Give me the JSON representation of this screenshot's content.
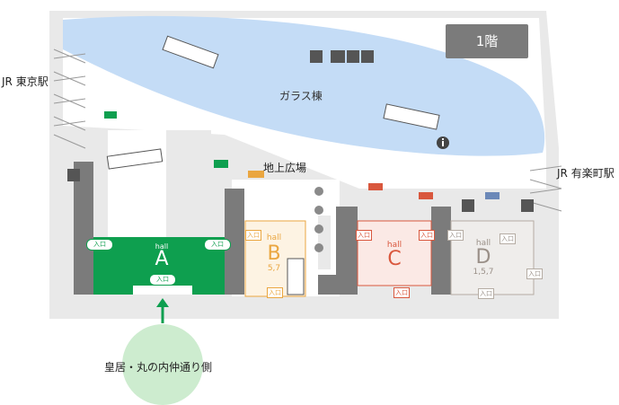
{
  "floor_badge": "1階",
  "glass_building": "ガラス棟",
  "plaza": "地上広場",
  "stations": {
    "tokyo": "JR 東京駅",
    "yurakucho": "JR 有楽町駅"
  },
  "approach": "皇居・丸の内仲通り側",
  "entrance": "入口",
  "halls": {
    "a": {
      "word": "hall",
      "letter": "A"
    },
    "b": {
      "word": "hall",
      "letter": "B",
      "floors": "5,7"
    },
    "c": {
      "word": "hall",
      "letter": "C"
    },
    "d": {
      "word": "hall",
      "letter": "D",
      "floors": "1,5,7"
    }
  },
  "colors": {
    "hall_a": "#0e9f4f",
    "hall_b": "#eaa640",
    "hall_c": "#d9573d",
    "hall_d": "#b5aca3",
    "glass": "#c4dcf6",
    "wall": "#7b7b7b",
    "floor": "#e9e9e9",
    "approach_circle": "#cdeccf",
    "badge": "#7b7b7b"
  },
  "icons": [
    "escalator-icon",
    "elevator-icon",
    "restroom-icon",
    "wheelchair-icon",
    "baby-icon",
    "info-icon",
    "exit-sign-icon"
  ]
}
